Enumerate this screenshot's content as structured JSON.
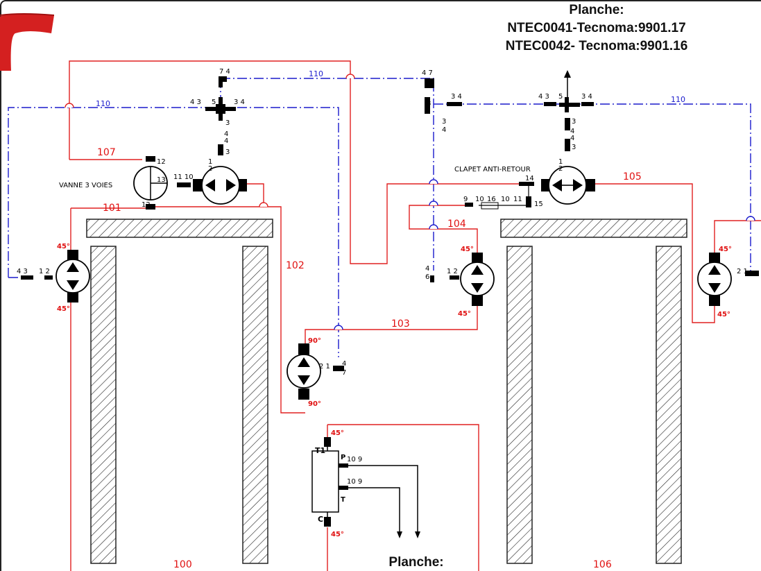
{
  "title": {
    "line1": "Planche:",
    "line2": "NTEC0041-Tecnoma:9901.17",
    "line3": "NTEC0042- Tecnoma:9901.16"
  },
  "bottom_title": "Planche:",
  "pipe_numbers": {
    "p100": "100",
    "p101": "101",
    "p102": "102",
    "p103": "103",
    "p104": "104",
    "p105": "105",
    "p106": "106",
    "p107": "107",
    "p110_left": "110",
    "p110_mid": "110",
    "p110_right": "110"
  },
  "labels": {
    "vanne": "VANNE 3 VOIES",
    "clapet": "CLAPET ANTI-RETOUR"
  },
  "angles": {
    "a45": "45°",
    "a90": "90°"
  },
  "filter_ports": {
    "t1": "T1",
    "c": "C",
    "p": "P",
    "t": "T"
  },
  "colors": {
    "return_line": "#e02020",
    "pressure_line": "#1a1acc",
    "logo": "#d42020"
  }
}
